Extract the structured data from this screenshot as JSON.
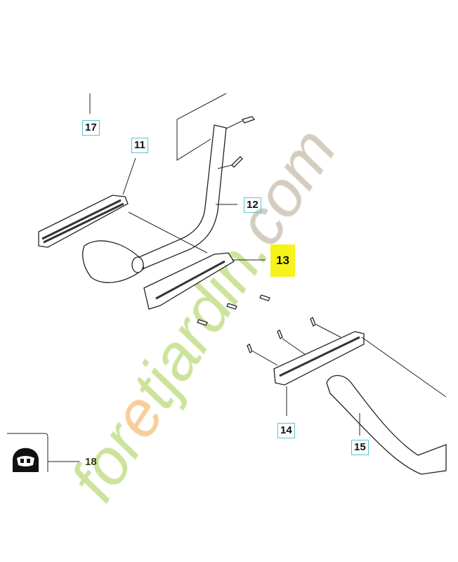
{
  "diagram": {
    "callouts": [
      {
        "id": "17",
        "label": "17"
      },
      {
        "id": "11",
        "label": "11"
      },
      {
        "id": "12",
        "label": "12"
      },
      {
        "id": "13",
        "label": "13",
        "highlighted": true
      },
      {
        "id": "14",
        "label": "14"
      },
      {
        "id": "15",
        "label": "15"
      },
      {
        "id": "18",
        "label": "18"
      }
    ],
    "highlight_color": "#f6f31a",
    "callout_border_color": "#5cc3d0",
    "icon_18": "helmet-icon"
  },
  "watermark": {
    "text": "foretjardin.com",
    "colors": {
      "green": "#c5e08f",
      "orange": "#f6c98e",
      "grey": "#cfc7b8"
    }
  }
}
